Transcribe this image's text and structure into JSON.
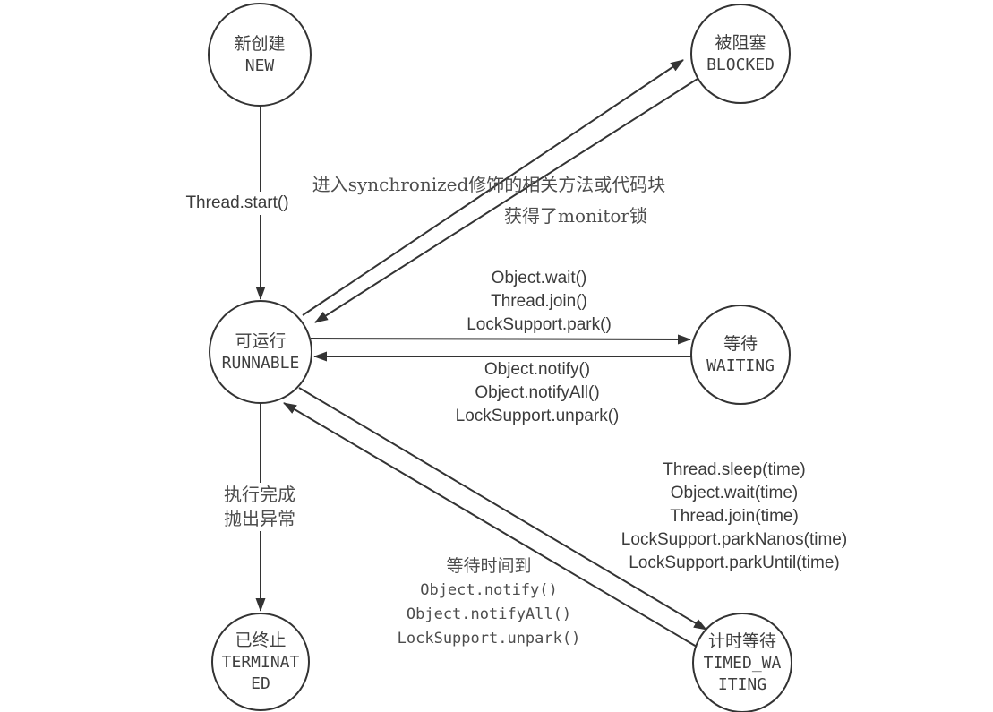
{
  "diagram": {
    "background_color": "#ffffff",
    "stroke_color": "#333333",
    "text_color": "#3b3b3b",
    "nodes": {
      "new": {
        "zh": "新创建",
        "en": "NEW"
      },
      "blocked": {
        "zh": "被阻塞",
        "en": "BLOCKED"
      },
      "runnable": {
        "zh": "可运行",
        "en": "RUNNABLE"
      },
      "waiting": {
        "zh": "等待",
        "en": "WAITING"
      },
      "terminated": {
        "zh": "已终止",
        "en": "TERMINATED"
      },
      "timed_waiting": {
        "zh": "计时等待",
        "en": "TIMED_WAITING"
      }
    },
    "edge_labels": {
      "new_to_runnable": "Thread.start()",
      "runnable_to_blocked": "进入synchronized修饰的相关方法或代码块",
      "blocked_to_runnable": "获得了monitor锁",
      "runnable_to_waiting": [
        "Object.wait()",
        "Thread.join()",
        "LockSupport.park()"
      ],
      "waiting_to_runnable": [
        "Object.notify()",
        "Object.notifyAll()",
        "LockSupport.unpark()"
      ],
      "runnable_to_timed_waiting": [
        "Thread.sleep(time)",
        "Object.wait(time)",
        "Thread.join(time)",
        "LockSupport.parkNanos(time)",
        "LockSupport.parkUntil(time)"
      ],
      "timed_waiting_to_runnable": [
        "等待时间到",
        "Object.notify()",
        "Object.notifyAll()",
        "LockSupport.unpark()"
      ],
      "runnable_to_terminated": [
        "执行完成",
        "抛出异常"
      ]
    }
  }
}
